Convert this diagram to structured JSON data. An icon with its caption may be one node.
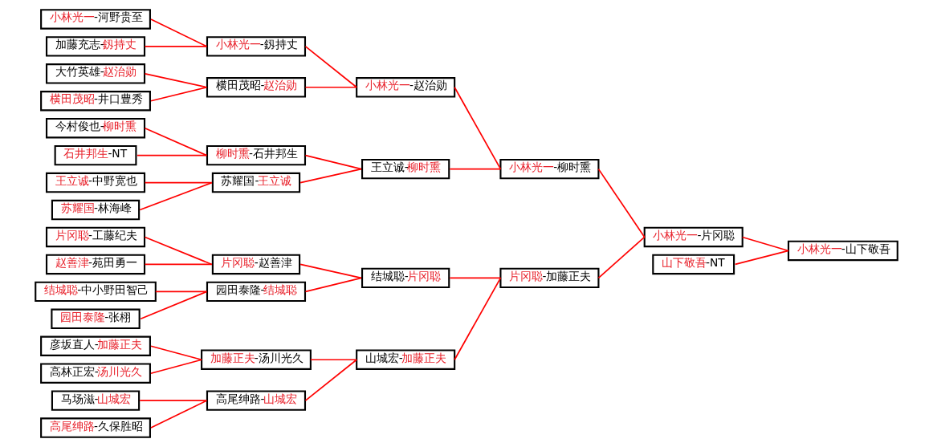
{
  "diagram": {
    "nodes": [
      {
        "text": [
          "小林光一-河野贵至"
        ]
      },
      {
        "text": [
          "加藤充志-釼持丈"
        ]
      },
      {
        "text": [
          "大竹英雄-赵治勋"
        ]
      },
      {
        "text": [
          "横田茂昭-井口豊秀"
        ]
      },
      {
        "text": [
          "今村俊也-柳时熏"
        ]
      },
      {
        "text": [
          "石井邦生-NT"
        ]
      },
      {
        "text": [
          "王立诚-中野宽也"
        ]
      },
      {
        "text": [
          "苏耀国-林海峰"
        ]
      },
      {
        "text": [
          "片冈聪-工藤纪夫"
        ]
      },
      {
        "text": [
          "赵善津-苑田勇一"
        ]
      },
      {
        "text": [
          "结城聪-中小野田智己"
        ]
      },
      {
        "text": [
          "园田泰隆-张栩"
        ]
      },
      {
        "text": [
          "彦坂直人-加藤正夫"
        ]
      },
      {
        "text": [
          "高林正宏-汤川光久"
        ]
      },
      {
        "text": [
          "马场滋-山城宏"
        ]
      },
      {
        "text": [
          "高尾绅路-久保胜昭"
        ]
      },
      {
        "text": [
          "小林光一-釼持丈"
        ]
      },
      {
        "text": [
          "横田茂昭-赵治勋"
        ]
      },
      {
        "text": [
          "柳时熏-石井邦生"
        ]
      },
      {
        "text": [
          "苏耀国-王立诚"
        ]
      },
      {
        "text": [
          "片冈聪-赵善津"
        ]
      },
      {
        "text": [
          "园田泰隆-结城聪"
        ]
      },
      {
        "text": [
          "加藤正夫-汤川光久"
        ]
      },
      {
        "text": [
          "高尾绅路-山城宏"
        ]
      },
      {
        "text": [
          "小林光一-赵治勋"
        ]
      },
      {
        "text": [
          "王立诚-柳时熏"
        ]
      },
      {
        "text": [
          "结城聪-片冈聪"
        ]
      },
      {
        "text": [
          "山城宏-加藤正夫"
        ]
      },
      {
        "text": [
          "小林光一-柳时熏"
        ]
      },
      {
        "text": [
          "片冈聪-加藤正夫"
        ]
      },
      {
        "text": [
          "小林光一-片冈聪"
        ]
      },
      {
        "text": [
          "山下敬吾-NT"
        ]
      },
      {
        "text": [
          "小林光一-山下敬吾"
        ]
      }
    ],
    "edges": [
      {
        "from": 0,
        "to": 16,
        "arrow": "none"
      },
      {
        "from": 1,
        "to": 16,
        "arrow": "none"
      },
      {
        "from": 2,
        "to": 17,
        "arrow": "none"
      },
      {
        "from": 3,
        "to": 17,
        "arrow": "none"
      },
      {
        "from": 4,
        "to": 18,
        "arrow": "none"
      },
      {
        "from": 5,
        "to": 18,
        "arrow": "none"
      },
      {
        "from": 6,
        "to": 19,
        "arrow": "none"
      },
      {
        "from": 7,
        "to": 19,
        "arrow": "none"
      },
      {
        "from": 8,
        "to": 20,
        "arrow": "none"
      },
      {
        "from": 9,
        "to": 20,
        "arrow": "none"
      },
      {
        "from": 10,
        "to": 21,
        "arrow": "none"
      },
      {
        "from": 11,
        "to": 21,
        "arrow": "none"
      },
      {
        "from": 12,
        "to": 22,
        "arrow": "none"
      },
      {
        "from": 13,
        "to": 22,
        "arrow": "none"
      },
      {
        "from": 14,
        "to": 23,
        "arrow": "none"
      },
      {
        "from": 15,
        "to": 23,
        "arrow": "none"
      },
      {
        "from": 16,
        "to": 24,
        "arrow": "none"
      },
      {
        "from": 17,
        "to": 24,
        "arrow": "none"
      },
      {
        "from": 18,
        "to": 25,
        "arrow": "none"
      },
      {
        "from": 19,
        "to": 25,
        "arrow": "none"
      },
      {
        "from": 20,
        "to": 26,
        "arrow": "none"
      },
      {
        "from": 21,
        "to": 26,
        "arrow": "none"
      },
      {
        "from": 22,
        "to": 27,
        "arrow": "none"
      },
      {
        "from": 23,
        "to": 27,
        "arrow": "none"
      },
      {
        "from": 24,
        "to": 28,
        "arrow": "none"
      },
      {
        "from": 25,
        "to": 28,
        "arrow": "none"
      },
      {
        "from": 26,
        "to": 29,
        "arrow": "none"
      },
      {
        "from": 27,
        "to": 29,
        "arrow": "none"
      },
      {
        "from": 28,
        "to": 30,
        "arrow": "none"
      },
      {
        "from": 29,
        "to": 30,
        "arrow": "none"
      },
      {
        "from": 30,
        "to": 32,
        "arrow": "none"
      },
      {
        "from": 31,
        "to": 32,
        "arrow": "none"
      }
    ]
  }
}
